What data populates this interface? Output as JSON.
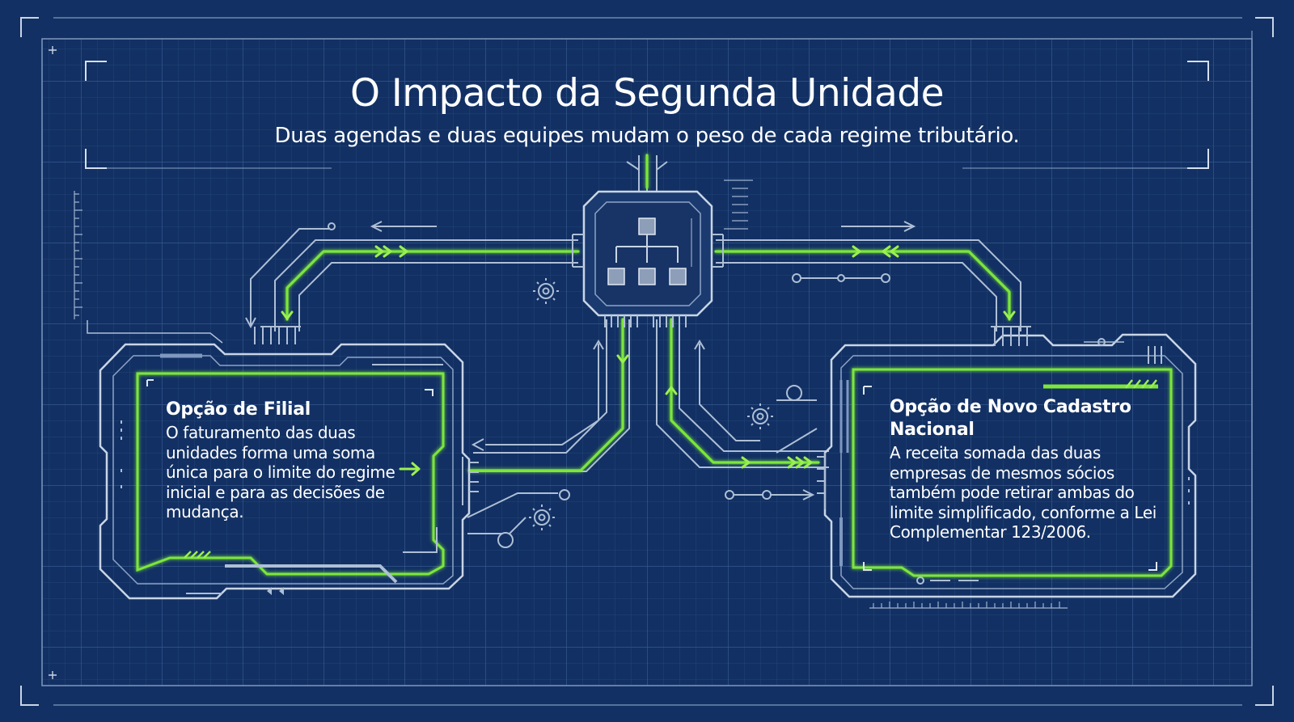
{
  "header": {
    "title": "O Impacto da Segunda Unidade",
    "subtitle": "Duas agendas e duas equipes mudam o peso de cada regime tributário."
  },
  "cards": {
    "left": {
      "title": "Opção de Filial",
      "body": "O faturamento das duas unidades forma uma soma única para o limite do regime inicial e para as decisões de mudança."
    },
    "right": {
      "title": "Opção de Novo Cadastro Nacional",
      "body": "A receita somada das duas empresas de mesmos sócios também pode retirar ambas do limite simplificado, conforme a Lei Complementar 123/2006."
    }
  },
  "colors": {
    "background": "#123063",
    "grid": "#2d4f86",
    "line": "#aebfd6",
    "accent": "#7ce63a"
  },
  "icons": {
    "hub": "hierarchy-icon",
    "gears": "gear-icon",
    "arrows": "chevron-arrow-icon"
  }
}
